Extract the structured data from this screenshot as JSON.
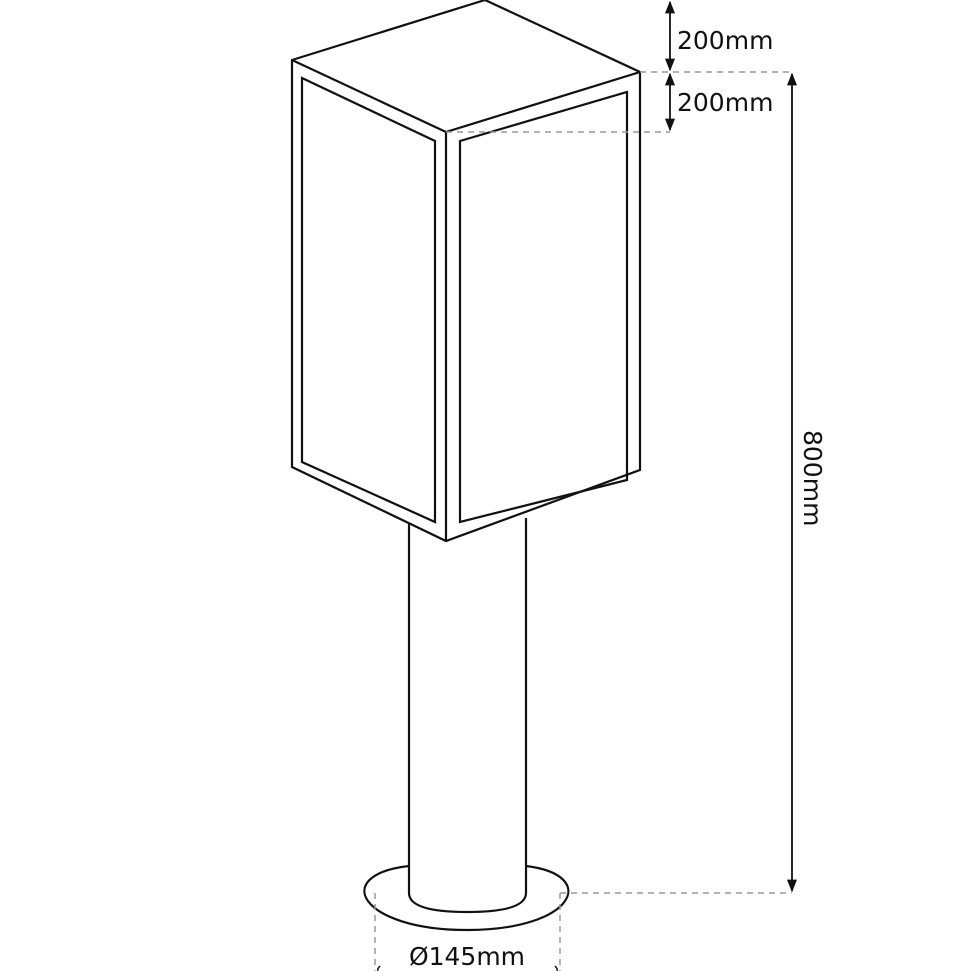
{
  "dimensions": {
    "lid_height": "200mm",
    "head_height": "200mm",
    "body_height": "800mm",
    "base_diameter": "Ø145mm"
  },
  "colors": {
    "line": "#111111",
    "dash": "#999999"
  }
}
